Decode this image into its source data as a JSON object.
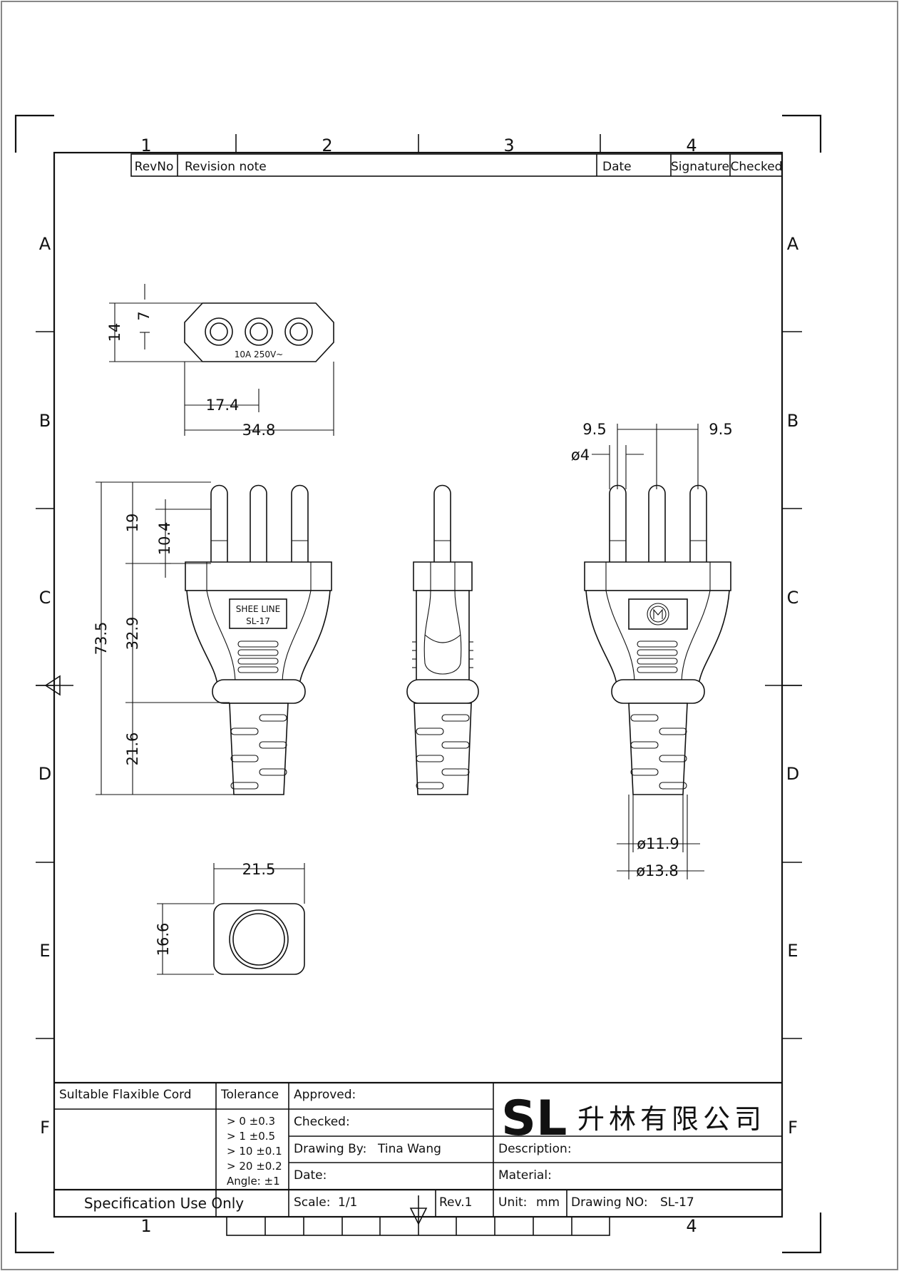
{
  "frame": {
    "col_labels": [
      "1",
      "2",
      "3",
      "4"
    ],
    "row_labels": [
      "A",
      "B",
      "C",
      "D",
      "E",
      "F"
    ]
  },
  "revision_table": {
    "revno": "RevNo",
    "revision_note": "Revision note",
    "date": "Date",
    "signature": "Signature",
    "checked": "Checked"
  },
  "face_view": {
    "rating": "10A  250V~",
    "dims": {
      "height": "14",
      "half_height": "7",
      "half_width": "17.4",
      "width": "34.8"
    }
  },
  "front_view": {
    "label_line1": "SHEE LINE",
    "label_line2": "SL-17",
    "dims": {
      "total": "73.5",
      "pin_length": "19",
      "pin_tip": "10.4",
      "body": "32.9",
      "sleeve": "21.6"
    }
  },
  "back_view": {
    "dims": {
      "pitch_left": "9.5",
      "pitch_right": "9.5",
      "pin_dia": "ø4",
      "cord_dia_inner": "ø11.9",
      "cord_dia_outer": "ø13.8"
    }
  },
  "bottom_view": {
    "dims": {
      "width": "21.5",
      "height": "16.6"
    }
  },
  "title_block": {
    "cord_header": "Sultable Flaxible Cord",
    "tolerance_header": "Tolerance",
    "tolerances": [
      "> 0  ±0.3",
      "> 1  ±0.5",
      "> 10  ±0.1",
      "> 20  ±0.2",
      "Angle: ±1"
    ],
    "approved": "Approved:",
    "checked": "Checked:",
    "drawing_by_label": "Drawing By:",
    "drawing_by_value": "Tina Wang",
    "date": "Date:",
    "logo_text": "SL",
    "company_name": "升林有限公司",
    "description": "Description:",
    "material": "Material:",
    "spec_use": "Specification Use Only",
    "scale_label": "Scale:",
    "scale_value": "1/1",
    "rev": "Rev.1",
    "unit_label": "Unit:",
    "unit_value": "mm",
    "drawing_no_label": "Drawing NO:",
    "drawing_no_value": "SL-17"
  }
}
